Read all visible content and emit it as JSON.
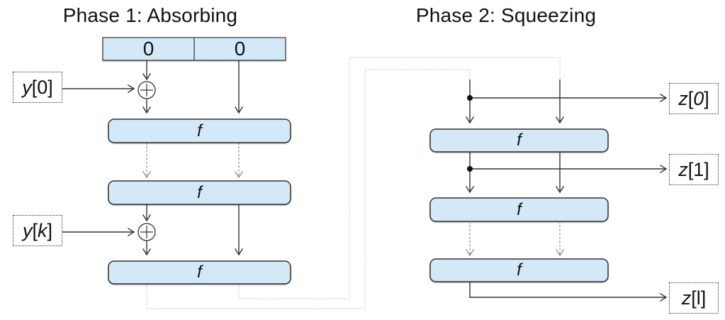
{
  "titles": {
    "phase1": "Phase 1: Absorbing",
    "phase2": "Phase 2: Squeezing"
  },
  "state_register": {
    "cell_left": "0",
    "cell_right": "0"
  },
  "f_label": "f",
  "io_labels": {
    "y0": [
      {
        "text": "y",
        "italic": true
      },
      {
        "text": "[0]",
        "italic": false
      }
    ],
    "yk": [
      {
        "text": "y",
        "italic": true
      },
      {
        "text": "[",
        "italic": false
      },
      {
        "text": "k",
        "italic": true
      },
      {
        "text": "]",
        "italic": false
      }
    ],
    "z0": [
      {
        "text": "z",
        "italic": true
      },
      {
        "text": "[",
        "italic": false
      },
      {
        "text": "0",
        "italic": true
      },
      {
        "text": "]",
        "italic": false
      }
    ],
    "z1": [
      {
        "text": "z",
        "italic": true
      },
      {
        "text": "[1]",
        "italic": false
      }
    ],
    "zl": [
      {
        "text": "z",
        "italic": true
      },
      {
        "text": "[l]",
        "italic": false
      }
    ]
  },
  "icons": {
    "xor_node": "circle-plus",
    "junction": "filled-dot"
  },
  "colors": {
    "line": "#333333",
    "box_fill": "#d4e9f7",
    "dashed": "#8a8a8a",
    "feedback": "#c4c4c4",
    "label_border": "#333333"
  }
}
